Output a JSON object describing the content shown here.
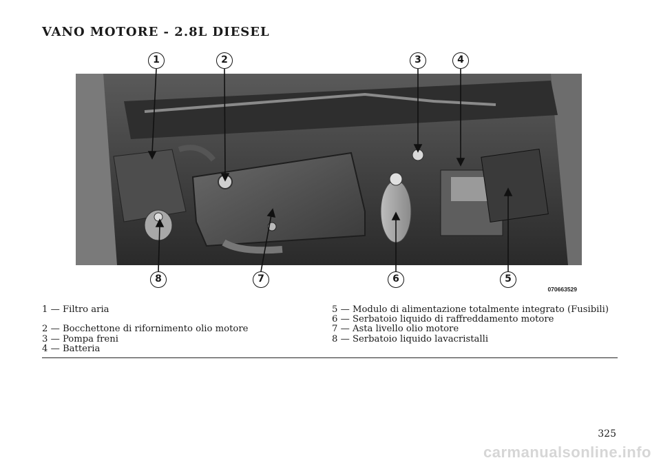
{
  "title": "VANO MOTORE - 2.8L DIESEL",
  "figure": {
    "image_code": "070663529",
    "callouts_top": [
      "1",
      "2",
      "3",
      "4"
    ],
    "callouts_bottom": [
      "8",
      "7",
      "6",
      "5"
    ]
  },
  "legend": {
    "left": [
      "1 — Filtro aria",
      "",
      "2 — Bocchettone di rifornimento olio motore",
      "3 — Pompa freni",
      "4 — Batteria"
    ],
    "right": [
      "5 — Modulo di alimentazione totalmente integrato (Fusibili)",
      "6 — Serbatoio liquido di raffreddamento motore",
      "7 — Asta livello olio motore",
      "8 — Serbatoio liquido lavacristalli"
    ]
  },
  "page_number": "325",
  "watermark": "carmanualsonline.info"
}
